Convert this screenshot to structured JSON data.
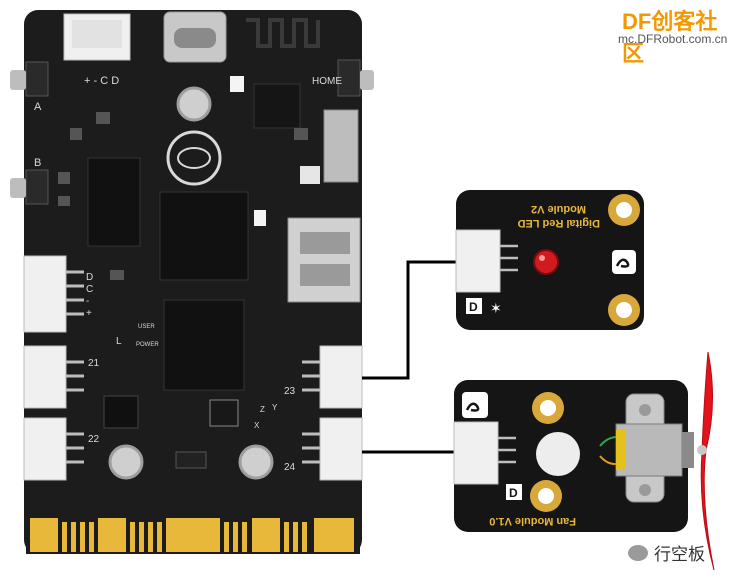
{
  "watermark": {
    "brand": "DF创客社区",
    "url": "mc.DFRobot.com.cn",
    "bottom": "行空板"
  },
  "main_board": {
    "connector_top_label": "+ - C D",
    "button_a": "A",
    "button_b": "B",
    "button_home": "HOME",
    "left_port_labels": [
      "D",
      "C",
      "-",
      "+"
    ],
    "pin_21": "21",
    "pin_22": "22",
    "pin_23": "23",
    "pin_24": "24",
    "led_label": "L",
    "user_label": "USER",
    "power_label": "POWER",
    "axis_labels": [
      "Y",
      "Z",
      "X"
    ]
  },
  "led_module": {
    "title_line1": "Digital Red LED",
    "title_line2": "Module V2",
    "badge": "D"
  },
  "fan_module": {
    "title": "Fan Module V1.0",
    "badge": "D"
  },
  "colors": {
    "board": "#1c1c1c",
    "silkscreen": "#d9d9d9",
    "gold": "#d8a93a",
    "connector": "#f0f0f0",
    "led_red": "#d11a20",
    "propeller": "#e3121b",
    "wire": "#000000"
  }
}
